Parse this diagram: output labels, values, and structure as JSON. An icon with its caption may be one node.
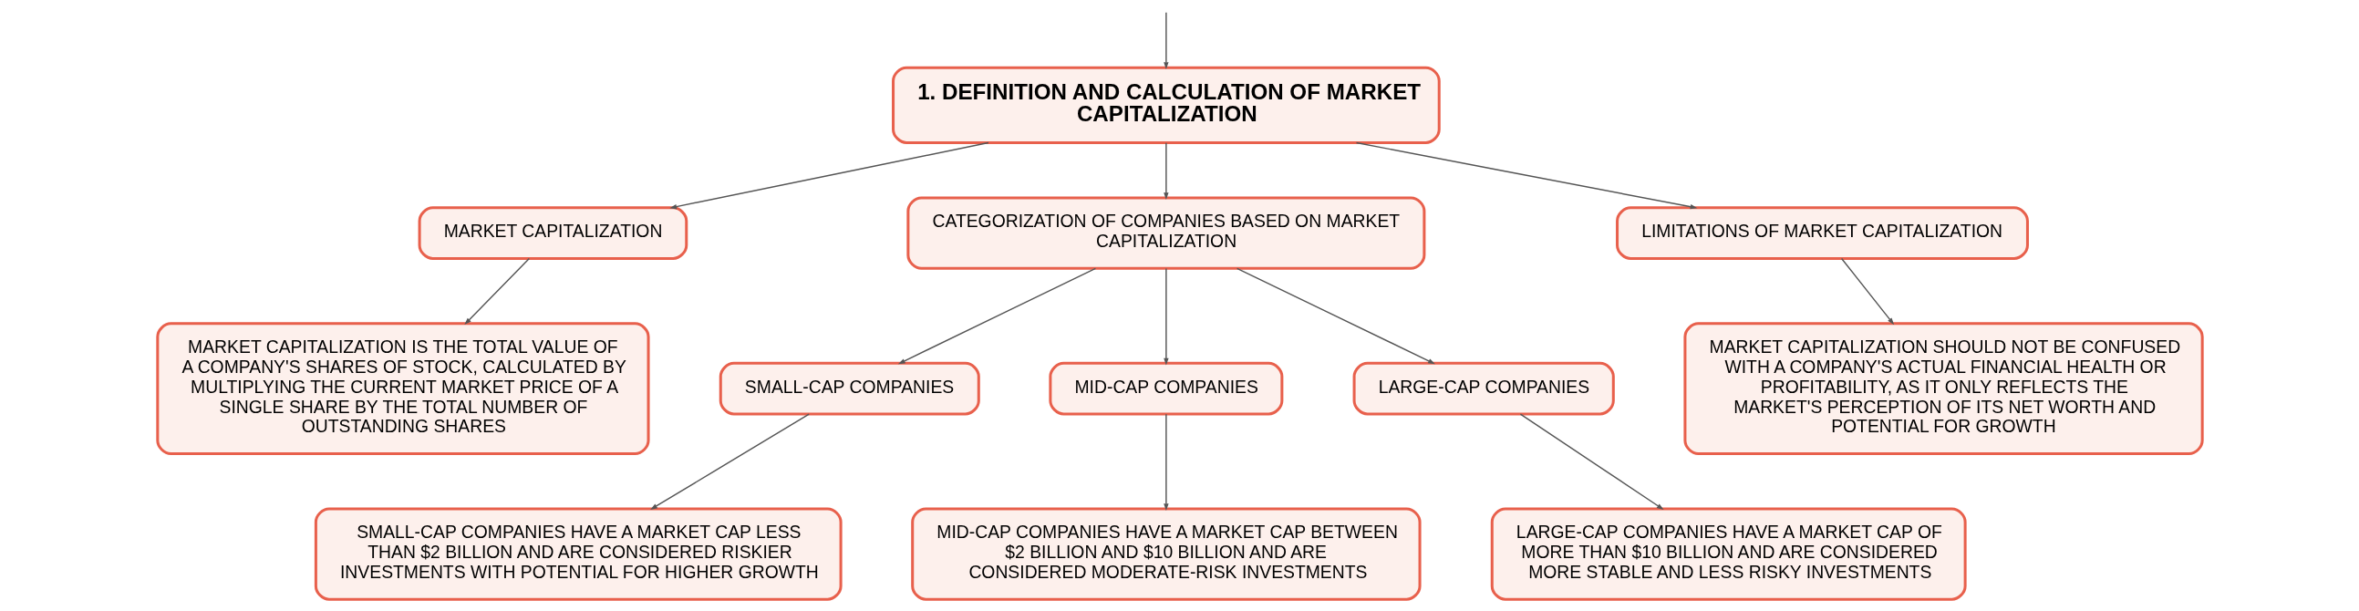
{
  "diagram": {
    "nodes": [
      {
        "text": [
          "1. DEFINITION AND CALCULATION OF MARKET CAPITALIZATION"
        ]
      },
      {
        "text": [
          "MARKET CAPITALIZATION"
        ]
      },
      {
        "text": [
          "CATEGORIZATION OF COMPANIES BASED ON MARKET CAPITALIZATION"
        ]
      },
      {
        "text": [
          "LIMITATIONS OF MARKET CAPITALIZATION"
        ]
      },
      {
        "text": [
          "MARKET CAPITALIZATION IS THE TOTAL VALUE OF A COMPANY'S SHARES OF STOCK, CALCULATED BY MULTIPLYING THE CURRENT MARKET PRICE OF A SINGLE SHARE BY THE TOTAL NUMBER OF OUTSTANDING SHARES"
        ]
      },
      {
        "text": [
          "SMALL-CAP COMPANIES"
        ]
      },
      {
        "text": [
          "MID-CAP COMPANIES"
        ]
      },
      {
        "text": [
          "LARGE-CAP COMPANIES"
        ]
      },
      {
        "text": [
          "MARKET CAPITALIZATION SHOULD NOT BE CONFUSED WITH A COMPANY'S ACTUAL FINANCIAL HEALTH OR PROFITABILITY, AS IT ONLY REFLECTS THE MARKET'S PERCEPTION OF ITS NET WORTH AND POTENTIAL FOR GROWTH"
        ]
      },
      {
        "text": [
          "SMALL-CAP COMPANIES HAVE A MARKET CAP LESS THAN $2 BILLION AND ARE CONSIDERED RISKIER INVESTMENTS WITH POTENTIAL FOR HIGHER GROWTH"
        ]
      },
      {
        "text": [
          "MID-CAP COMPANIES HAVE A MARKET CAP BETWEEN $2 BILLION AND $10 BILLION AND ARE CONSIDERED MODERATE-RISK INVESTMENTS"
        ]
      },
      {
        "text": [
          "LARGE-CAP COMPANIES HAVE A MARKET CAP OF MORE THAN $10 BILLION AND ARE CONSIDERED MORE STABLE AND LESS RISKY INVESTMENTS"
        ]
      }
    ],
    "edges": [
      {
        "from": null,
        "to": 0,
        "arrow": "to"
      },
      {
        "from": 0,
        "to": 1,
        "arrow": "to"
      },
      {
        "from": 0,
        "to": 2,
        "arrow": "to"
      },
      {
        "from": 0,
        "to": 3,
        "arrow": "to"
      },
      {
        "from": 1,
        "to": 4,
        "arrow": "to"
      },
      {
        "from": 2,
        "to": 5,
        "arrow": "to"
      },
      {
        "from": 2,
        "to": 6,
        "arrow": "to"
      },
      {
        "from": 2,
        "to": 7,
        "arrow": "to"
      },
      {
        "from": 3,
        "to": 8,
        "arrow": "to"
      },
      {
        "from": 5,
        "to": 9,
        "arrow": "to"
      },
      {
        "from": 6,
        "to": 10,
        "arrow": "to"
      },
      {
        "from": 7,
        "to": 11,
        "arrow": "to"
      }
    ]
  }
}
